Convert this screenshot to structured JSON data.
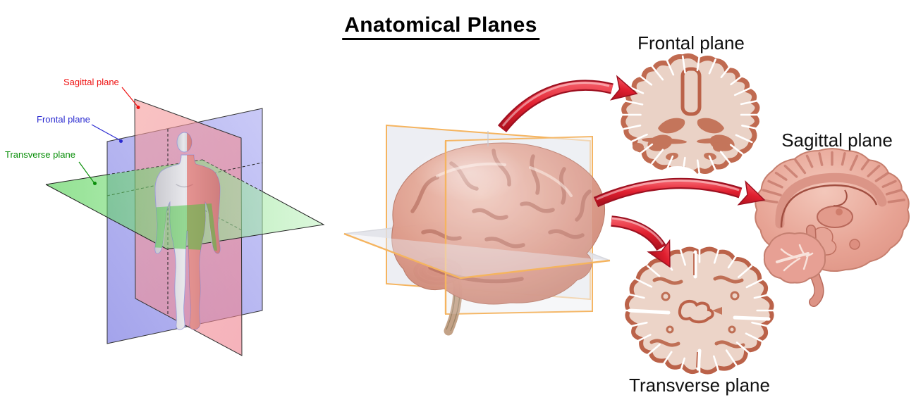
{
  "title": "Anatomical Planes",
  "left_figure": {
    "sagittal_label": "Sagittal plane",
    "frontal_label": "Frontal plane",
    "transverse_label": "Transverse plane"
  },
  "sections": {
    "frontal_label": "Frontal plane",
    "sagittal_label": "Sagittal plane",
    "transverse_label": "Transverse plane"
  },
  "css_vars": {
    "--label-red": "#ee1010",
    "--label-blue": "#2a2ad0",
    "--label-green": "#0a8f0a",
    "--section-label-color": "#111111",
    "--arrow-red": "#e02330",
    "--arrow-red-dark": "#9d1020",
    "--plane-orange": "#f5b45f",
    "--body-sagittal-plane-color": "#ee8080",
    "--body-frontal-plane-color": "#8585ea",
    "--body-transverse-plane-color": "#57d657",
    "--slice-rim-color": "#c06a50",
    "--slice-fill-color": "#ead2c6",
    "--slice-inner-color": "#c4755b",
    "--brain-pink": "#dc9a8a"
  }
}
